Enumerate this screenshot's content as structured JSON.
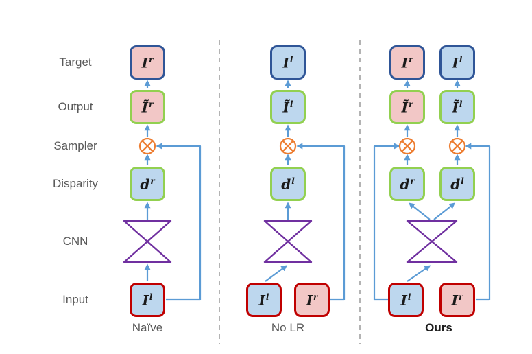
{
  "row_labels": {
    "target": "Target",
    "output": "Output",
    "sampler": "Sampler",
    "disparity": "Disparity",
    "cnn": "CNN",
    "input": "Input"
  },
  "captions": {
    "naive": "Naïve",
    "no_lr": "No LR",
    "ours": "Ours"
  },
  "colors": {
    "arrow_blue": "#5B9BD5",
    "cnn_purple": "#7030A0",
    "sampler_orange": "#ED7D31",
    "fill_left_blue": "#BDD7EE",
    "fill_right_pink": "#F2C7C6",
    "border_input_red": "#C00000",
    "border_target_blue": "#2F5597",
    "border_output_green": "#92D050",
    "label_gray": "#595959"
  },
  "naive": {
    "target": {
      "base": "I",
      "sup": "r"
    },
    "output": {
      "base": "Ĩ",
      "sup": "r"
    },
    "disparity": {
      "base": "d",
      "sup": "r"
    },
    "input": {
      "base": "I",
      "sup": "l"
    }
  },
  "no_lr": {
    "target": {
      "base": "I",
      "sup": "l"
    },
    "output": {
      "base": "Ĩ",
      "sup": "l"
    },
    "disparity": {
      "base": "d",
      "sup": "l"
    },
    "input_left": {
      "base": "I",
      "sup": "l"
    },
    "input_right": {
      "base": "I",
      "sup": "r"
    }
  },
  "ours": {
    "target_right": {
      "base": "I",
      "sup": "r"
    },
    "target_left": {
      "base": "I",
      "sup": "l"
    },
    "output_right": {
      "base": "Ĩ",
      "sup": "r"
    },
    "output_left": {
      "base": "Ĩ",
      "sup": "l"
    },
    "disparity_right": {
      "base": "d",
      "sup": "r"
    },
    "disparity_left": {
      "base": "d",
      "sup": "l"
    },
    "input_left": {
      "base": "I",
      "sup": "l"
    },
    "input_right": {
      "base": "I",
      "sup": "r"
    }
  }
}
